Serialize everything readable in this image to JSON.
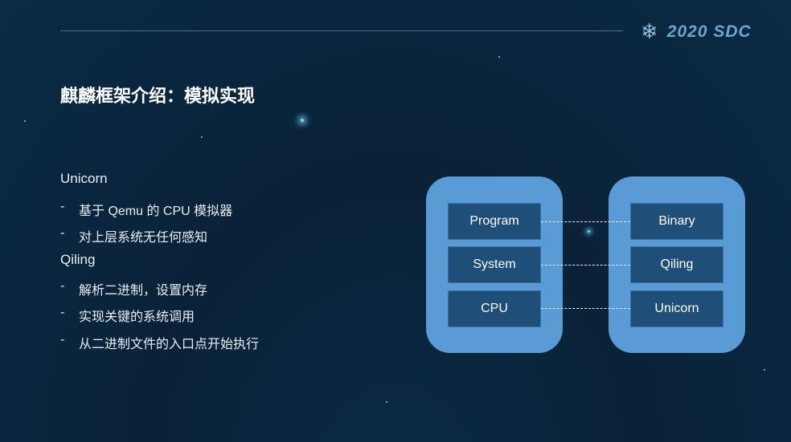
{
  "header": {
    "logo_text": "2020 SDC"
  },
  "title": "麒麟框架介绍：模拟实现",
  "content": {
    "sections": [
      {
        "heading": "Unicorn",
        "bullets": [
          "基于 Qemu 的 CPU 模拟器",
          "对上层系统无任何感知"
        ]
      },
      {
        "heading": "Qiling",
        "bullets": [
          "解析二进制，设置内存",
          "实现关键的系统调用",
          "从二进制文件的入口点开始执行"
        ]
      }
    ],
    "bullet_marker": "-"
  },
  "diagram": {
    "left": [
      "Program",
      "System",
      "CPU"
    ],
    "right": [
      "Binary",
      "Qiling",
      "Unicorn"
    ]
  }
}
